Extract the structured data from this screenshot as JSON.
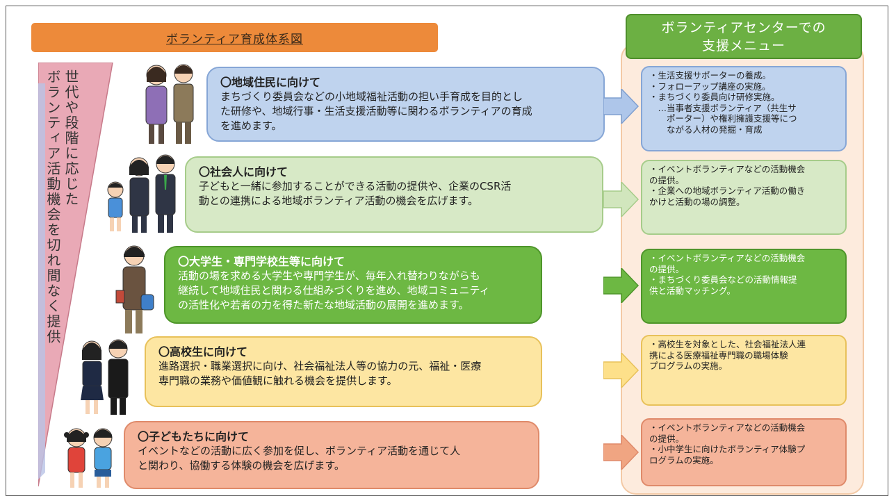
{
  "title": "ボランティア育成体系図",
  "menu_header": {
    "line1": "ボランティアセンターでの",
    "line2": "支援メニュー"
  },
  "side_label": {
    "line1": "世代や段階に応じた",
    "line2": "ボランティア活動機会を切れ間なく提供"
  },
  "targets": [
    {
      "heading": "〇地域住民に向けて",
      "body": "まちづくり委員会などの小地域福祉活動の担い手育成を目的とし\nた研修や、地域行事・生活支援活動等に関わるボランティアの育成\nを進めます。",
      "color": "#bfd3ee",
      "menu": "・生活支援サポーターの養成。\n・フォローアップ講座の実施。\n・まちづくり委員向け研修実施。\n　…当事者支援ボランティア（共生サ\n　　ポーター）や権利擁護支援等につ\n　　ながる人材の発掘・育成"
    },
    {
      "heading": "〇社会人に向けて",
      "body": "子どもと一緒に参加することができる活動の提供や、企業のCSR活\n動との連携による地域ボランティア活動の機会を広げます。",
      "color": "#d7e9c6",
      "menu": "・イベントボランティアなどの活動機会\nの提供。\n・企業への地域ボランティア活動の働き\nかけと活動の場の調整。"
    },
    {
      "heading": "〇大学生・専門学校生等に向けて",
      "body": "活動の場を求める大学生や専門学生が、毎年入れ替わりながらも\n継続して地域住民と関わる仕組みづくりを進め、地域コミュニティ\nの活性化や若者の力を得た新たな地域活動の展開を進めます。",
      "color": "#6db843",
      "menu": "・イベントボランティアなどの活動機会\nの提供。\n・まちづくり委員会などの活動情報提\n供と活動マッチング。"
    },
    {
      "heading": "〇高校生に向けて",
      "body": "進路選択・職業選択に向け、社会福祉法人等の協力の元、福祉・医療\n専門職の業務や価値観に触れる機会を提供します。",
      "color": "#fde6a2",
      "menu": "・高校生を対象とした、社会福祉法人連\n携による医療福祉専門職の職場体験\nプログラムの実施。"
    },
    {
      "heading": "〇子どもたちに向けて",
      "body": "イベントなどの活動に広く参加を促し、ボランティア活動を通じて人\nと関わり、協働する体験の機会を広げます。",
      "color": "#f5b49a",
      "menu": "・イベントボランティアなどの活動機会\nの提供。\n・小中学生に向けたボランティア体験プ\nログラムの実施。"
    }
  ]
}
